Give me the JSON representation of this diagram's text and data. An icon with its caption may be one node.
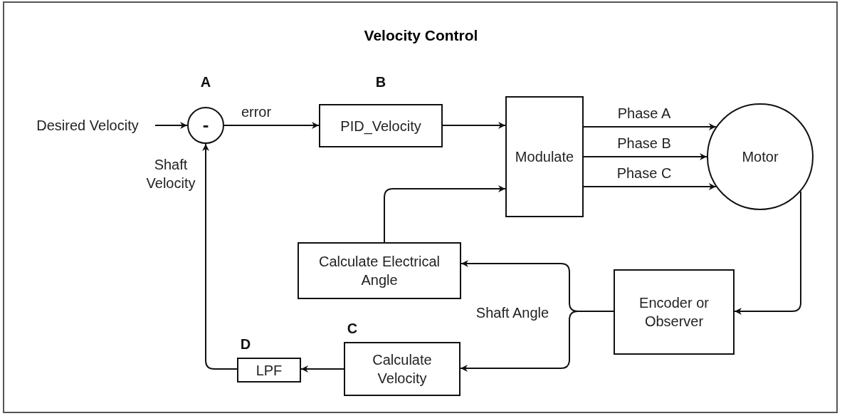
{
  "diagram": {
    "title": "Velocity Control",
    "nodes": [
      {
        "text": [
          "Desired Velocity"
        ]
      },
      {
        "text": [
          "-"
        ],
        "beside": [
          "A"
        ]
      },
      {
        "text": [
          "PID_Velocity"
        ],
        "beside": [
          "B"
        ]
      },
      {
        "text": [
          "Modulate"
        ]
      },
      {
        "text": [
          "Motor"
        ]
      },
      {
        "text": [
          "Calculate Electrical Angle"
        ]
      },
      {
        "text": [
          "Encoder or Observer"
        ]
      },
      {
        "text": [
          "Calculate Velocity"
        ],
        "beside": [
          "C"
        ]
      },
      {
        "text": [
          "LPF"
        ],
        "beside": [
          "D"
        ]
      }
    ],
    "edges": [
      {
        "from": 0,
        "to": 1,
        "arrow": "to"
      },
      {
        "from": 1,
        "to": 2,
        "arrow": "to",
        "label": "error"
      },
      {
        "from": 2,
        "to": 3,
        "arrow": "to"
      },
      {
        "from": 3,
        "to": 4,
        "arrow": "to",
        "label": "Phase A"
      },
      {
        "from": 3,
        "to": 4,
        "arrow": "to",
        "label": "Phase B"
      },
      {
        "from": 3,
        "to": 4,
        "arrow": "to",
        "label": "Phase C"
      },
      {
        "from": 5,
        "to": 3,
        "arrow": "to"
      },
      {
        "from": 4,
        "to": 6,
        "arrow": "to"
      },
      {
        "from": 6,
        "to": 5,
        "arrow": "to"
      },
      {
        "from": 6,
        "to": 7,
        "arrow": "to"
      },
      {
        "from": 7,
        "to": 8,
        "arrow": "to"
      },
      {
        "from": 8,
        "to": 1,
        "arrow": "to"
      }
    ],
    "labels": [
      "Shaft Velocity",
      "Shaft Angle"
    ]
  }
}
